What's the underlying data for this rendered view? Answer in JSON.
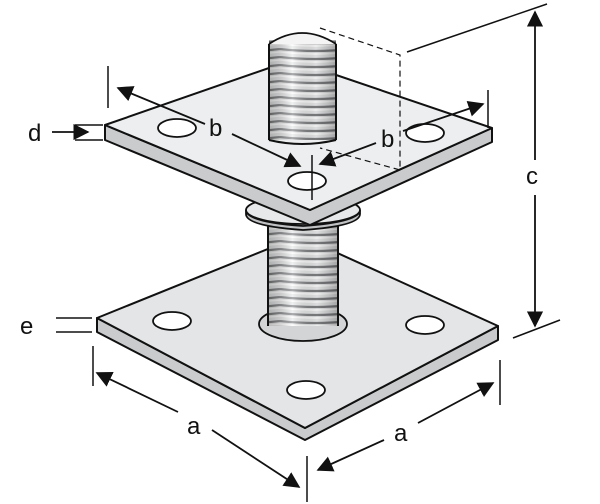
{
  "dimensions": {
    "a_left": "a",
    "a_right": "a",
    "b_left": "b",
    "b_right": "b",
    "c": "c",
    "d": "d",
    "e": "e"
  },
  "colors": {
    "plate_fill": "#dfe0e1",
    "plate_top": "#eef0f1",
    "thread_light": "#f2f2f2",
    "thread_dark": "#9a9c9e",
    "line": "#111111"
  }
}
